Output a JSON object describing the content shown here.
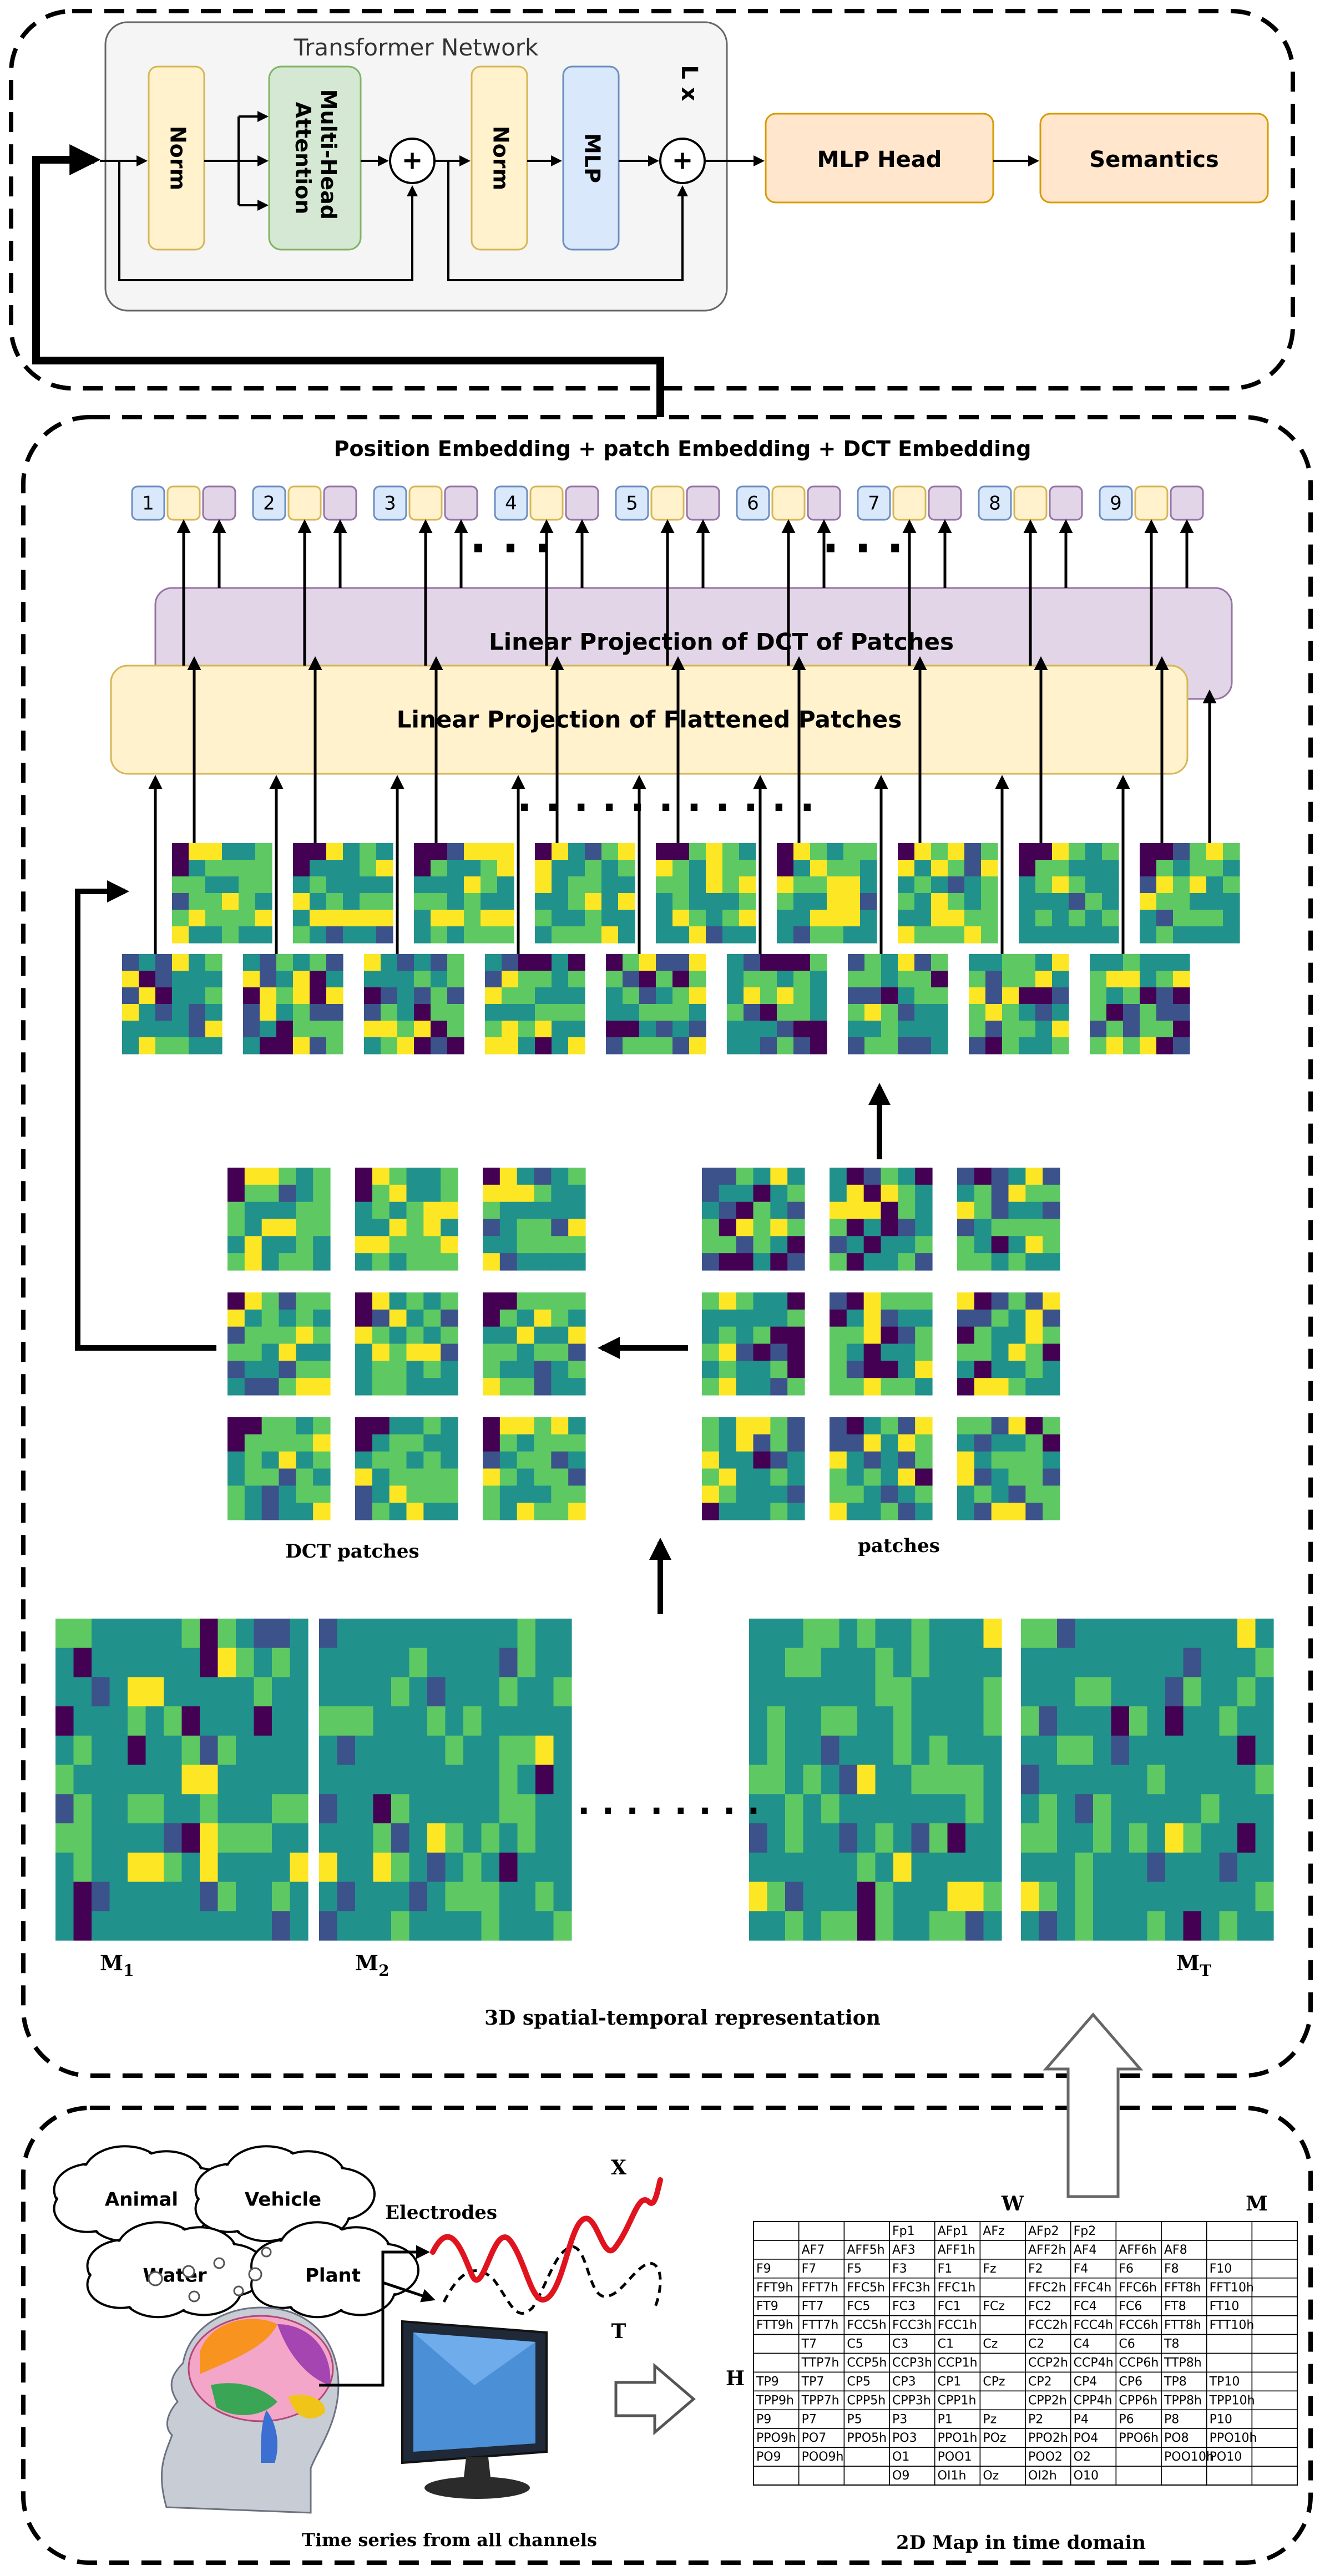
{
  "transformer": {
    "title": "Transformer Network",
    "norm1": "Norm",
    "mha": "Multi-Head Attention",
    "plus1": "+",
    "norm2": "Norm",
    "mlp": "MLP",
    "plus2": "+",
    "repeat": "L x",
    "mlp_head": "MLP Head",
    "semantics": "Semantics"
  },
  "embedding": {
    "title": "Position Embedding + patch Embedding + DCT Embedding",
    "tokens": [
      "1",
      "2",
      "3",
      "4",
      "5",
      "6",
      "7",
      "8",
      "9"
    ],
    "ellipsis": "· · ·",
    "dct_projection": "Linear Projection of DCT of Patches",
    "flat_projection": "Linear Projection of Flattened Patches",
    "patch_ellipsis": "· · · · · · · · · · ·"
  },
  "patches": {
    "dct_label": "DCT patches",
    "patches_label": "patches"
  },
  "maps": {
    "m1": "M",
    "m1_sub": "1",
    "m2": "M",
    "m2_sub": "2",
    "mt": "M",
    "mt_sub": "T",
    "ellipsis": "· · · · · · · ·",
    "caption": "3D spatial-temporal representation"
  },
  "input": {
    "clouds": [
      "Animal",
      "Vehicle",
      "Water",
      "Plant"
    ],
    "electrodes": "Electrodes",
    "x_label": "X",
    "t_label": "T",
    "timeseries_caption": "Time series from all channels",
    "grid_w": "W",
    "grid_m": "M",
    "grid_h": "H",
    "grid_caption": "2D Map in time domain"
  },
  "electrode_grid": [
    [
      "",
      "",
      "",
      "Fp1",
      "AFp1",
      "AFz",
      "AFp2",
      "Fp2",
      "",
      "",
      "",
      ""
    ],
    [
      "",
      "AF7",
      "AFF5h",
      "AF3",
      "AFF1h",
      "",
      "AFF2h",
      "AF4",
      "AFF6h",
      "AF8",
      "",
      ""
    ],
    [
      "F9",
      "F7",
      "F5",
      "F3",
      "F1",
      "Fz",
      "F2",
      "F4",
      "F6",
      "F8",
      "F10",
      ""
    ],
    [
      "FFT9h",
      "FFT7h",
      "FFC5h",
      "FFC3h",
      "FFC1h",
      "",
      "FFC2h",
      "FFC4h",
      "FFC6h",
      "FFT8h",
      "FFT10h",
      ""
    ],
    [
      "FT9",
      "FT7",
      "FC5",
      "FC3",
      "FC1",
      "FCz",
      "FC2",
      "FC4",
      "FC6",
      "FT8",
      "FT10",
      ""
    ],
    [
      "FTT9h",
      "FTT7h",
      "FCC5h",
      "FCC3h",
      "FCC1h",
      "",
      "FCC2h",
      "FCC4h",
      "FCC6h",
      "FTT8h",
      "FTT10h",
      ""
    ],
    [
      "",
      "T7",
      "C5",
      "C3",
      "C1",
      "Cz",
      "C2",
      "C4",
      "C6",
      "T8",
      "",
      ""
    ],
    [
      "",
      "TTP7h",
      "CCP5h",
      "CCP3h",
      "CCP1h",
      "",
      "CCP2h",
      "CCP4h",
      "CCP6h",
      "TTP8h",
      "",
      ""
    ],
    [
      "TP9",
      "TP7",
      "CP5",
      "CP3",
      "CP1",
      "CPz",
      "CP2",
      "CP4",
      "CP6",
      "TP8",
      "TP10",
      ""
    ],
    [
      "TPP9h",
      "TPP7h",
      "CPP5h",
      "CPP3h",
      "CPP1h",
      "",
      "CPP2h",
      "CPP4h",
      "CPP6h",
      "TPP8h",
      "TPP10h",
      ""
    ],
    [
      "P9",
      "P7",
      "P5",
      "P3",
      "P1",
      "Pz",
      "P2",
      "P4",
      "P6",
      "P8",
      "P10",
      ""
    ],
    [
      "PPO9h",
      "PO7",
      "PPO5h",
      "PO3",
      "PPO1h",
      "POz",
      "PPO2h",
      "PO4",
      "PPO6h",
      "PO8",
      "PPO10h",
      ""
    ],
    [
      "PO9",
      "POO9h",
      "",
      "O1",
      "POO1",
      "",
      "POO2",
      "O2",
      "",
      "POO10h",
      "PO10",
      ""
    ],
    [
      "",
      "",
      "",
      "O9",
      "OI1h",
      "Oz",
      "OI2h",
      "O10",
      "",
      "",
      "",
      ""
    ]
  ],
  "colors": {
    "norm_fill": "#fff2cc",
    "norm_stroke": "#d6b656",
    "mha_fill": "#d5e8d4",
    "mha_stroke": "#82b366",
    "mlp_fill": "#dae8fc",
    "mlp_stroke": "#6c8ebf",
    "head_fill": "#ffe6cc",
    "head_stroke": "#d79b00",
    "dct_fill": "#e1d5e7",
    "dct_stroke": "#9673a6",
    "transformer_fill": "#f5f5f5",
    "transformer_stroke": "#666666",
    "viridis": [
      "#440154",
      "#3b528b",
      "#21918c",
      "#5ec962",
      "#fde725"
    ]
  }
}
